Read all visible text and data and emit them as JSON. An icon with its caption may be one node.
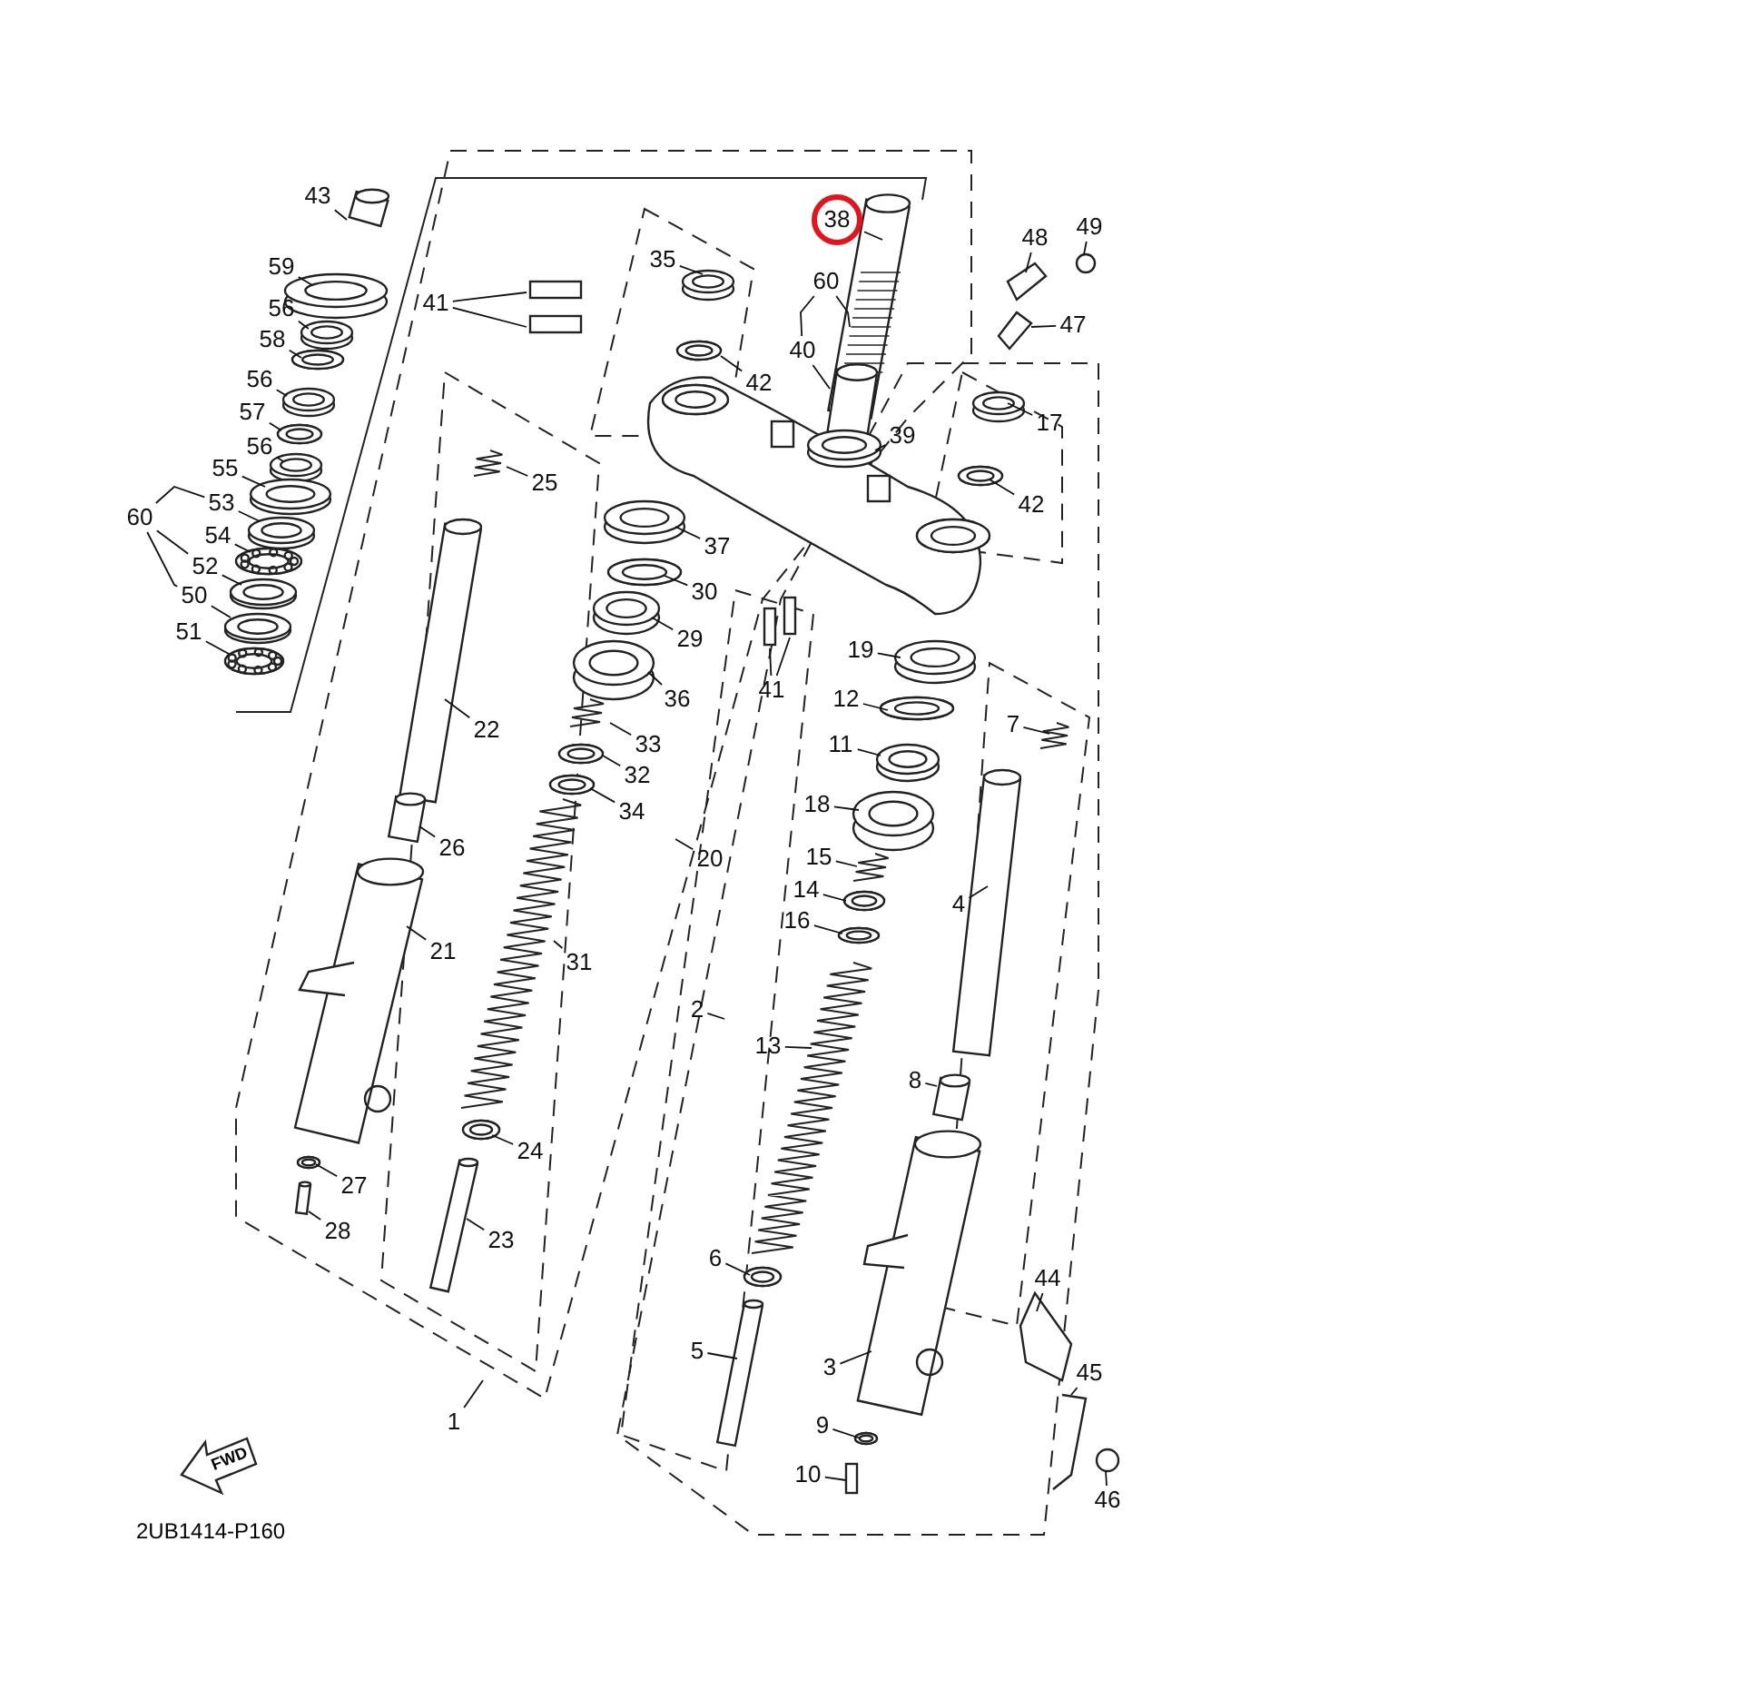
{
  "diagram": {
    "nodes": [
      {
        "text": [
          "43"
        ]
      },
      {
        "text": [
          "38"
        ]
      },
      {
        "text": [
          "48"
        ]
      },
      {
        "text": [
          "49"
        ]
      },
      {
        "text": [
          "35"
        ]
      },
      {
        "text": [
          "59"
        ]
      },
      {
        "text": [
          "60"
        ]
      },
      {
        "text": [
          "41"
        ]
      },
      {
        "text": [
          "56"
        ]
      },
      {
        "text": [
          "47"
        ]
      },
      {
        "text": [
          "58"
        ]
      },
      {
        "text": [
          "40"
        ]
      },
      {
        "text": [
          "56"
        ]
      },
      {
        "text": [
          "42"
        ]
      },
      {
        "text": [
          "57"
        ]
      },
      {
        "text": [
          "17"
        ]
      },
      {
        "text": [
          "39"
        ]
      },
      {
        "text": [
          "56"
        ]
      },
      {
        "text": [
          "55"
        ]
      },
      {
        "text": [
          "25"
        ]
      },
      {
        "text": [
          "53"
        ]
      },
      {
        "text": [
          "42"
        ]
      },
      {
        "text": [
          "60"
        ]
      },
      {
        "text": [
          "54"
        ]
      },
      {
        "text": [
          "37"
        ]
      },
      {
        "text": [
          "52"
        ]
      },
      {
        "text": [
          "30"
        ]
      },
      {
        "text": [
          "50"
        ]
      },
      {
        "text": [
          "51"
        ]
      },
      {
        "text": [
          "29"
        ]
      },
      {
        "text": [
          "19"
        ]
      },
      {
        "text": [
          "41"
        ]
      },
      {
        "text": [
          "36"
        ]
      },
      {
        "text": [
          "12"
        ]
      },
      {
        "text": [
          "7"
        ]
      },
      {
        "text": [
          "22"
        ]
      },
      {
        "text": [
          "33"
        ]
      },
      {
        "text": [
          "11"
        ]
      },
      {
        "text": [
          "32"
        ]
      },
      {
        "text": [
          "18"
        ]
      },
      {
        "text": [
          "34"
        ]
      },
      {
        "text": [
          "26"
        ]
      },
      {
        "text": [
          "15"
        ]
      },
      {
        "text": [
          "20"
        ]
      },
      {
        "text": [
          "14"
        ]
      },
      {
        "text": [
          "4"
        ]
      },
      {
        "text": [
          "16"
        ]
      },
      {
        "text": [
          "21"
        ]
      },
      {
        "text": [
          "31"
        ]
      },
      {
        "text": [
          "2"
        ]
      },
      {
        "text": [
          "13"
        ]
      },
      {
        "text": [
          "8"
        ]
      },
      {
        "text": [
          "24"
        ]
      },
      {
        "text": [
          "27"
        ]
      },
      {
        "text": [
          "28"
        ]
      },
      {
        "text": [
          "23"
        ]
      },
      {
        "text": [
          "6"
        ]
      },
      {
        "text": [
          "44"
        ]
      },
      {
        "text": [
          "5"
        ]
      },
      {
        "text": [
          "3"
        ]
      },
      {
        "text": [
          "45"
        ]
      },
      {
        "text": [
          "1"
        ]
      },
      {
        "text": [
          "9"
        ]
      },
      {
        "text": [
          "10"
        ]
      },
      {
        "text": [
          "46"
        ]
      }
    ],
    "edges": [
      {
        "from": 0,
        "to": null,
        "arrow": "none"
      },
      {
        "from": 1,
        "to": null,
        "arrow": "none"
      },
      {
        "from": 2,
        "to": null,
        "arrow": "none"
      },
      {
        "from": 3,
        "to": null,
        "arrow": "none"
      },
      {
        "from": 4,
        "to": null,
        "arrow": "none"
      },
      {
        "from": 5,
        "to": null,
        "arrow": "none"
      },
      {
        "from": 6,
        "to": 11,
        "arrow": "none"
      },
      {
        "from": 6,
        "to": null,
        "arrow": "none"
      },
      {
        "from": 7,
        "to": null,
        "arrow": "none"
      },
      {
        "from": 7,
        "to": null,
        "arrow": "none"
      },
      {
        "from": 8,
        "to": null,
        "arrow": "none"
      },
      {
        "from": 9,
        "to": null,
        "arrow": "none"
      },
      {
        "from": 10,
        "to": null,
        "arrow": "none"
      },
      {
        "from": 11,
        "to": null,
        "arrow": "none"
      },
      {
        "from": 12,
        "to": null,
        "arrow": "none"
      },
      {
        "from": 13,
        "to": null,
        "arrow": "none"
      },
      {
        "from": 14,
        "to": null,
        "arrow": "none"
      },
      {
        "from": 15,
        "to": null,
        "arrow": "none"
      },
      {
        "from": 16,
        "to": null,
        "arrow": "none"
      },
      {
        "from": 17,
        "to": null,
        "arrow": "none"
      },
      {
        "from": 18,
        "to": null,
        "arrow": "none"
      },
      {
        "from": 19,
        "to": null,
        "arrow": "none"
      },
      {
        "from": 20,
        "to": null,
        "arrow": "none"
      },
      {
        "from": 21,
        "to": null,
        "arrow": "none"
      },
      {
        "from": 22,
        "to": 20,
        "arrow": "none"
      },
      {
        "from": 22,
        "to": 25,
        "arrow": "none"
      },
      {
        "from": 22,
        "to": 27,
        "arrow": "none"
      },
      {
        "from": 23,
        "to": null,
        "arrow": "none"
      },
      {
        "from": 24,
        "to": null,
        "arrow": "none"
      },
      {
        "from": 25,
        "to": null,
        "arrow": "none"
      },
      {
        "from": 26,
        "to": null,
        "arrow": "none"
      },
      {
        "from": 27,
        "to": null,
        "arrow": "none"
      },
      {
        "from": 28,
        "to": null,
        "arrow": "none"
      },
      {
        "from": 29,
        "to": null,
        "arrow": "none"
      },
      {
        "from": 30,
        "to": null,
        "arrow": "none"
      },
      {
        "from": 31,
        "to": null,
        "arrow": "none"
      },
      {
        "from": 31,
        "to": null,
        "arrow": "none"
      },
      {
        "from": 32,
        "to": null,
        "arrow": "none"
      },
      {
        "from": 33,
        "to": null,
        "arrow": "none"
      },
      {
        "from": 34,
        "to": null,
        "arrow": "none"
      },
      {
        "from": 35,
        "to": null,
        "arrow": "none"
      },
      {
        "from": 36,
        "to": null,
        "arrow": "none"
      },
      {
        "from": 37,
        "to": null,
        "arrow": "none"
      },
      {
        "from": 38,
        "to": null,
        "arrow": "none"
      },
      {
        "from": 39,
        "to": null,
        "arrow": "none"
      },
      {
        "from": 40,
        "to": null,
        "arrow": "none"
      },
      {
        "from": 41,
        "to": null,
        "arrow": "none"
      },
      {
        "from": 42,
        "to": null,
        "arrow": "none"
      },
      {
        "from": 43,
        "to": null,
        "arrow": "none"
      },
      {
        "from": 44,
        "to": null,
        "arrow": "none"
      },
      {
        "from": 45,
        "to": null,
        "arrow": "none"
      },
      {
        "from": 46,
        "to": null,
        "arrow": "none"
      },
      {
        "from": 47,
        "to": null,
        "arrow": "none"
      },
      {
        "from": 48,
        "to": null,
        "arrow": "none"
      },
      {
        "from": 49,
        "to": null,
        "arrow": "none"
      },
      {
        "from": 50,
        "to": null,
        "arrow": "none"
      },
      {
        "from": 51,
        "to": null,
        "arrow": "none"
      },
      {
        "from": 52,
        "to": null,
        "arrow": "none"
      },
      {
        "from": 53,
        "to": null,
        "arrow": "none"
      },
      {
        "from": 54,
        "to": null,
        "arrow": "none"
      },
      {
        "from": 55,
        "to": null,
        "arrow": "none"
      },
      {
        "from": 56,
        "to": null,
        "arrow": "none"
      },
      {
        "from": 57,
        "to": null,
        "arrow": "none"
      },
      {
        "from": 58,
        "to": null,
        "arrow": "none"
      },
      {
        "from": 59,
        "to": null,
        "arrow": "none"
      },
      {
        "from": 60,
        "to": null,
        "arrow": "none"
      },
      {
        "from": 61,
        "to": null,
        "arrow": "none"
      },
      {
        "from": 62,
        "to": null,
        "arrow": "none"
      },
      {
        "from": 63,
        "to": null,
        "arrow": "none"
      },
      {
        "from": 64,
        "to": null,
        "arrow": "none"
      }
    ],
    "labels": [
      "FWD",
      "2UB1414-P160"
    ]
  }
}
